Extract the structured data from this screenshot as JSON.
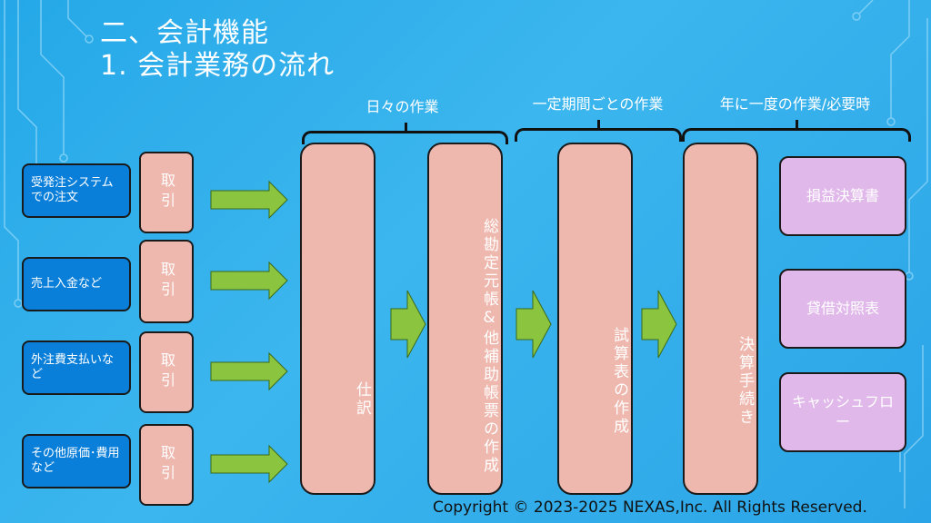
{
  "header": {
    "title_line1": "二、会計機能",
    "title_line2": "1. 会計業務の流れ"
  },
  "brackets": [
    "日々の作業",
    "一定期間ごとの作業",
    "年に一度の作業/必要時"
  ],
  "sources": [
    "受発注システムでの注文",
    "売上入金など",
    "外注費支払いなど",
    "その他原価･費用など"
  ],
  "tori_label": "取引",
  "columns": [
    "仕訳",
    "総勘定元帳&他補助帳票の作成",
    "試算表の作成",
    "決算手続き"
  ],
  "results": [
    "損益決算書",
    "貸借対照表",
    "キャッシュフロー"
  ],
  "footer": {
    "copyright": "Copyright © 2023-2025 NEXAS,Inc. All Rights Reserved."
  },
  "colors": {
    "background": "#2aaae8",
    "box_pink": "#efb8ae",
    "box_purple": "#e1b8ea",
    "source_blue": "#0a7fd9",
    "arrow_green": "#8bc540"
  }
}
